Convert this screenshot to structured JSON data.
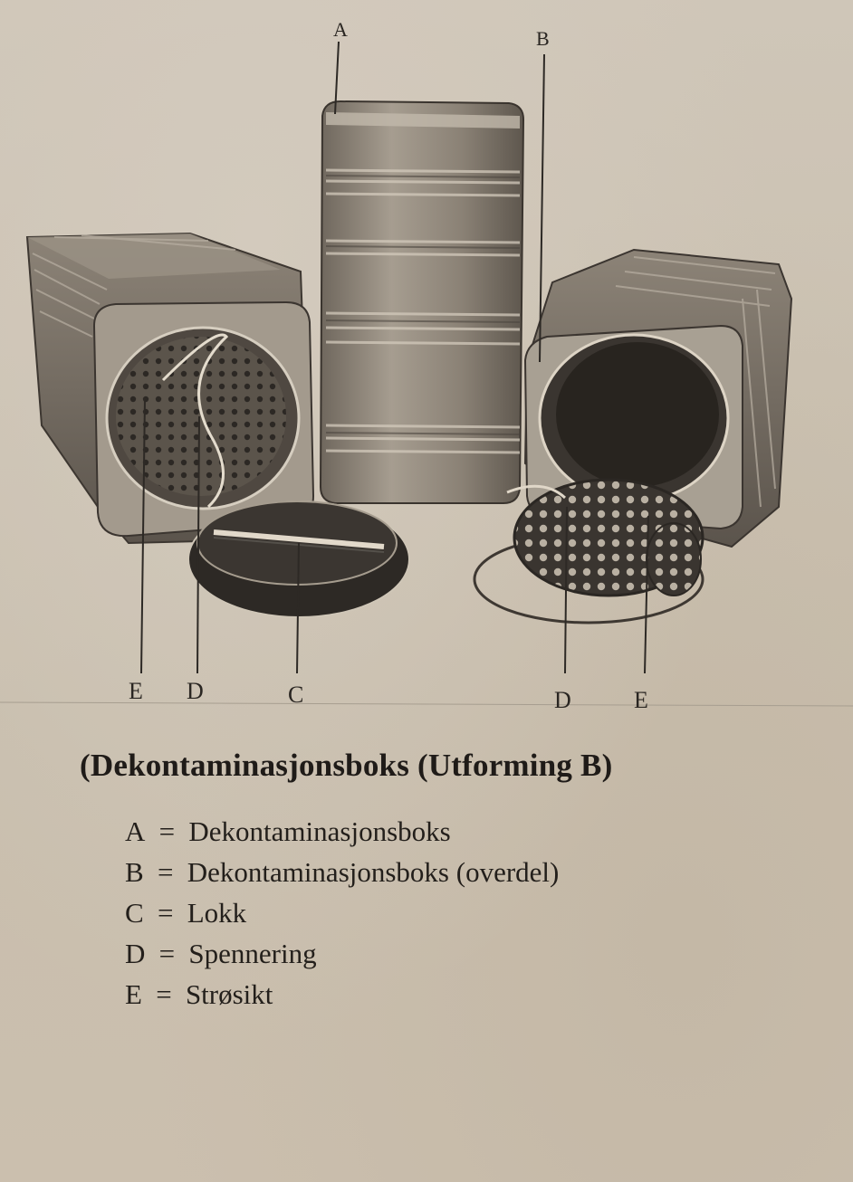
{
  "figure": {
    "callouts": {
      "top_a": "A",
      "top_b": "B",
      "bottom_e_left": "E",
      "bottom_d_left": "D",
      "bottom_c": "C",
      "bottom_d_right": "D",
      "bottom_e_right": "E"
    }
  },
  "caption": "(Dekontaminasjonsboks (Utforming B)",
  "legend": {
    "items": [
      {
        "key": "A",
        "sep": "=",
        "label": "Dekontaminasjonsboks"
      },
      {
        "key": "B",
        "sep": "=",
        "label": "Dekontaminasjonsboks (overdel)"
      },
      {
        "key": "C",
        "sep": "=",
        "label": "Lokk"
      },
      {
        "key": "D",
        "sep": "=",
        "label": "Spennering"
      },
      {
        "key": "E",
        "sep": "=",
        "label": "Strøsikt"
      }
    ]
  }
}
